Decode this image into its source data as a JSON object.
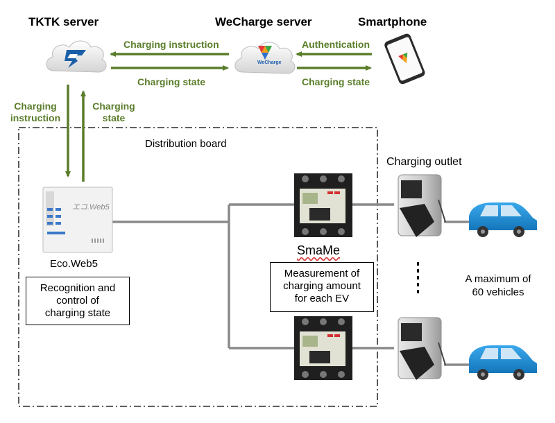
{
  "servers": {
    "tktk": {
      "title": "TKTK server"
    },
    "wecharge": {
      "title": "WeCharge server",
      "logo_text": "WeCharge"
    },
    "smartphone": {
      "title": "Smartphone"
    }
  },
  "flows": {
    "charging_instruction_top": "Charging instruction",
    "charging_state_top": "Charging state",
    "authentication": "Authentication",
    "charging_state_phone": "Charging state",
    "charging_instruction_vertical": [
      "Charging",
      "instruction"
    ],
    "charging_state_vertical": [
      "Charging",
      "state"
    ]
  },
  "distribution_board": {
    "label": "Distribution board"
  },
  "eco_web5": {
    "device_text": "エコ.Web5",
    "name": "Eco.Web5",
    "description": [
      "Recognition and",
      "control of",
      "charging state"
    ]
  },
  "smame": {
    "name": "SmaMe",
    "description": [
      "Measurement of",
      "charging amount",
      "for each EV"
    ]
  },
  "outlets": {
    "label": "Charging outlet",
    "max_vehicles": [
      "A maximum of",
      "60 vehicles"
    ]
  },
  "colors": {
    "arrow_green": "#5a7d2a",
    "label_green": "#5a7d2a",
    "wire_gray": "#8a8a8a",
    "car_blue": "#1e90d6",
    "border_black": "#000000"
  },
  "icons": [
    "cloud-icon",
    "wecharge-logo-icon",
    "smartphone-icon",
    "ev-car-icon",
    "charging-outlet-icon",
    "breaker-icon"
  ]
}
